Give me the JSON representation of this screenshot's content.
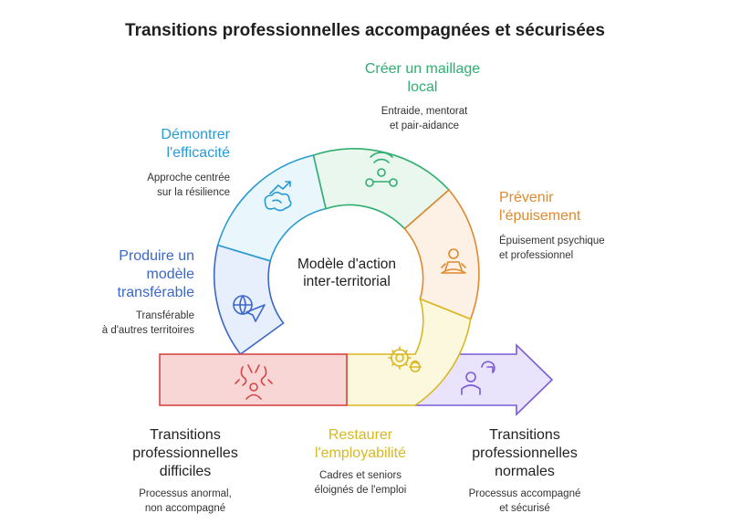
{
  "title": "Transitions professionnelles accompagnées et sécurisées",
  "center_label": [
    "Modèle d'action",
    "inter-territorial"
  ],
  "colors": {
    "local": "#2fae6f",
    "burnout": "#e0892e",
    "employability": "#d8b820",
    "efficacy": "#2a9ad2",
    "transferable": "#3b67c9",
    "difficult": "#d64545",
    "normal": "#7a5bd6"
  },
  "segments": {
    "local": {
      "heading": [
        "Créer un maillage",
        "local"
      ],
      "desc": [
        "Entraide, mentorat",
        "et pair-aidance"
      ],
      "icon": "network-icon"
    },
    "burnout": {
      "heading": [
        "Prévenir",
        "l'épuisement"
      ],
      "desc": [
        "Épuisement psychique",
        "et professionnel"
      ],
      "icon": "meditation-icon"
    },
    "employability": {
      "heading": [
        "Restaurer",
        "l'employabilité"
      ],
      "desc": [
        "Cadres et seniors",
        "éloignés de l'emploi"
      ],
      "icon": "gear-worker-icon"
    },
    "efficacy": {
      "heading": [
        "Démontrer",
        "l'efficacité"
      ],
      "desc": [
        "Approche centrée",
        "sur la résilience"
      ],
      "icon": "chart-brain-icon"
    },
    "transferable": {
      "heading": [
        "Produire un",
        "modèle",
        "transférable"
      ],
      "desc": [
        "Transférable",
        "à d'autres territoires"
      ],
      "icon": "globe-plane-icon"
    }
  },
  "start": {
    "heading": [
      "Transitions",
      "professionnelles",
      "difficiles"
    ],
    "desc": [
      "Processus anormal,",
      "non accompagné"
    ],
    "icon": "tangled-person-icon"
  },
  "end": {
    "heading": [
      "Transitions",
      "professionnelles",
      "normales"
    ],
    "desc": [
      "Processus accompagné",
      "et sécurisé"
    ],
    "icon": "person-growth-icon"
  }
}
